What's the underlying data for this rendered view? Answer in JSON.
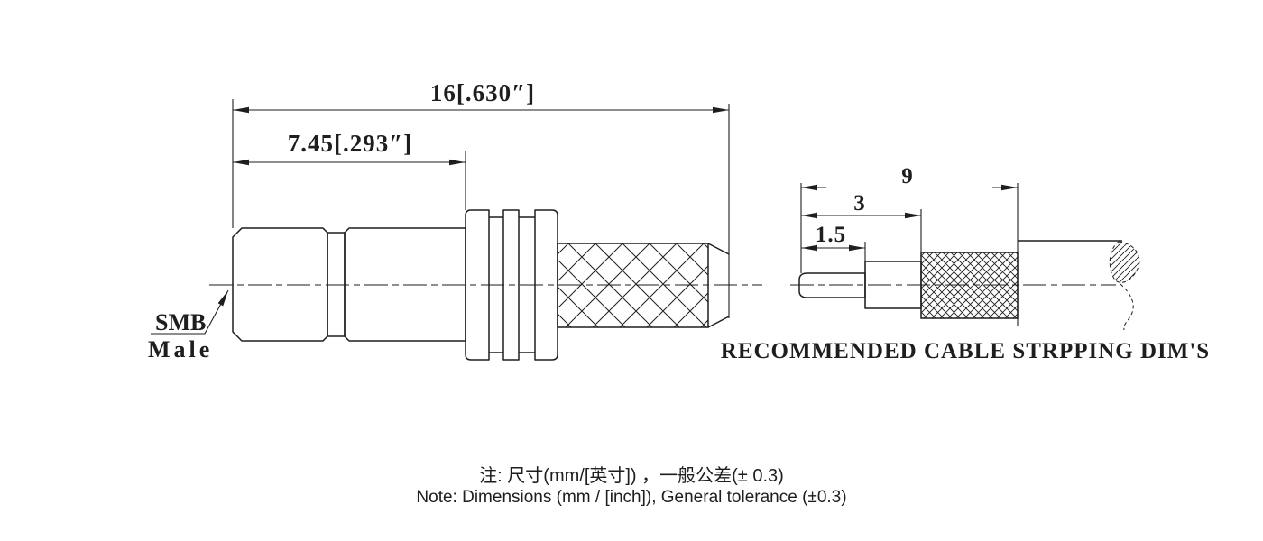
{
  "left_view": {
    "dim_overall": "16[.630″]",
    "dim_inner": "7.45[.293″]",
    "connector_label_line1": "SMB",
    "connector_label_line2": "Male"
  },
  "right_view": {
    "dim_jacket_strip": "9",
    "dim_braid_strip": "3",
    "dim_conductor_strip": "1.5",
    "caption": "RECOMMENDED CABLE STRPPING DIM'S"
  },
  "notes": {
    "line1": "注: 尺寸(mm/[英寸]) ，一般公差(± 0.3)",
    "line2": "Note: Dimensions (mm / [inch]), General tolerance (±0.3)"
  },
  "colors": {
    "ink": "#1e1e1e",
    "background": "#ffffff"
  }
}
